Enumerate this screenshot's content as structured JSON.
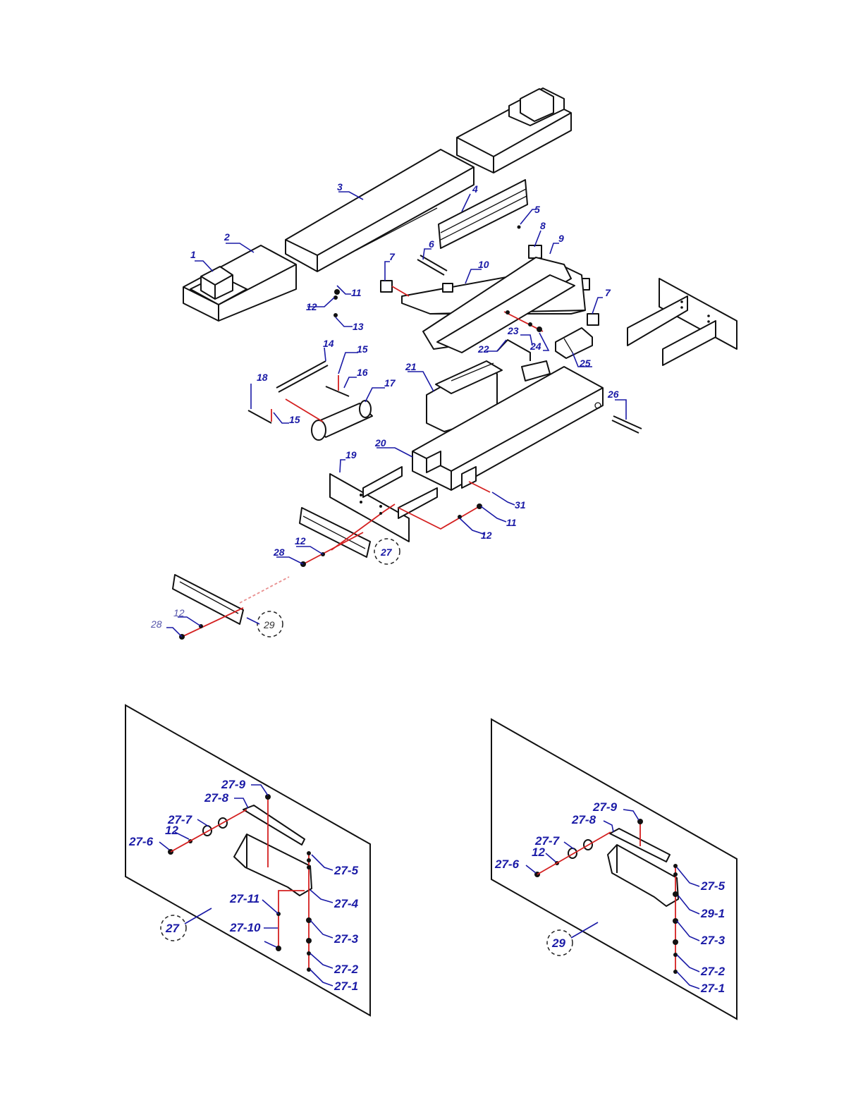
{
  "main_labels": [
    "1",
    "2",
    "3",
    "4",
    "5",
    "6",
    "7",
    "8",
    "9",
    "10",
    "11",
    "12",
    "13",
    "14",
    "15",
    "16",
    "17",
    "18",
    "15",
    "19",
    "20",
    "21",
    "22",
    "23",
    "24",
    "25",
    "26",
    "7",
    "31",
    "11",
    "12",
    "12",
    "28",
    "27",
    "12",
    "28",
    "29"
  ],
  "detail_27": {
    "callout": "27",
    "labels": [
      "27-9",
      "27-8",
      "27-7",
      "12",
      "27-6",
      "27-5",
      "27-4",
      "27-11",
      "27-10",
      "27-3",
      "27-2",
      "27-1"
    ]
  },
  "detail_29": {
    "callout": "29",
    "labels": [
      "27-9",
      "27-8",
      "27-7",
      "12",
      "27-6",
      "27-5",
      "29-1",
      "27-3",
      "27-2",
      "27-1"
    ]
  },
  "colors": {
    "label": "#1a1aa6",
    "leader": "#1a1aa6",
    "axis_line": "#d42020",
    "part": "#111111"
  }
}
